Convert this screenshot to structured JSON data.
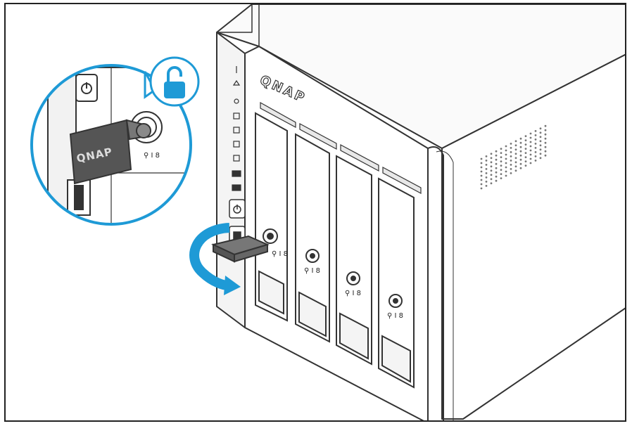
{
  "illustration": {
    "brand_logo_text": "QNAP",
    "key_logo_text": "QNAP",
    "lock_labels": [
      "⚲ I 8",
      "⚲ I 8",
      "⚲ I 8",
      "⚲ I 8"
    ],
    "callout_icon": "unlock-padlock-icon",
    "rotation_arrow_icon": "counterclockwise-turn-arrow-icon",
    "power_icon": "power-icon",
    "colors": {
      "line": "#333333",
      "accent_blue": "#1e9ad6",
      "key_gray": "#5a5a5a",
      "panel_gray": "#f2f2f2"
    }
  }
}
